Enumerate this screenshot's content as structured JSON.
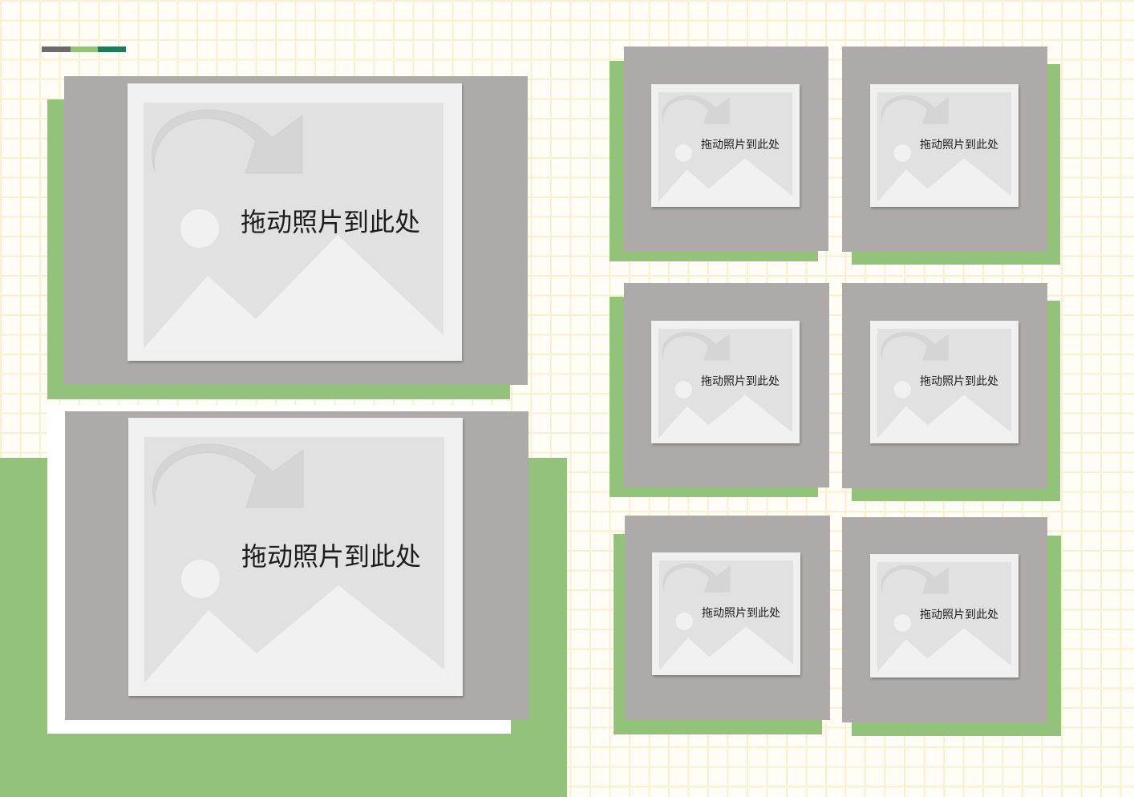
{
  "placeholder_text": "拖动照片到此处",
  "colors": {
    "accent_green": "#93c27a",
    "frame_gray": "#aeaaa9",
    "bar_gray": "#6b6b6b",
    "bar_light_green": "#93c27a",
    "bar_dark_green": "#1f7a55"
  },
  "photo_slots": [
    {
      "label": "拖动照片到此处"
    },
    {
      "label": "拖动照片到此处"
    },
    {
      "label": "拖动照片到此处"
    },
    {
      "label": "拖动照片到此处"
    },
    {
      "label": "拖动照片到此处"
    },
    {
      "label": "拖动照片到此处"
    },
    {
      "label": "拖动照片到此处"
    },
    {
      "label": "拖动照片到此处"
    }
  ]
}
